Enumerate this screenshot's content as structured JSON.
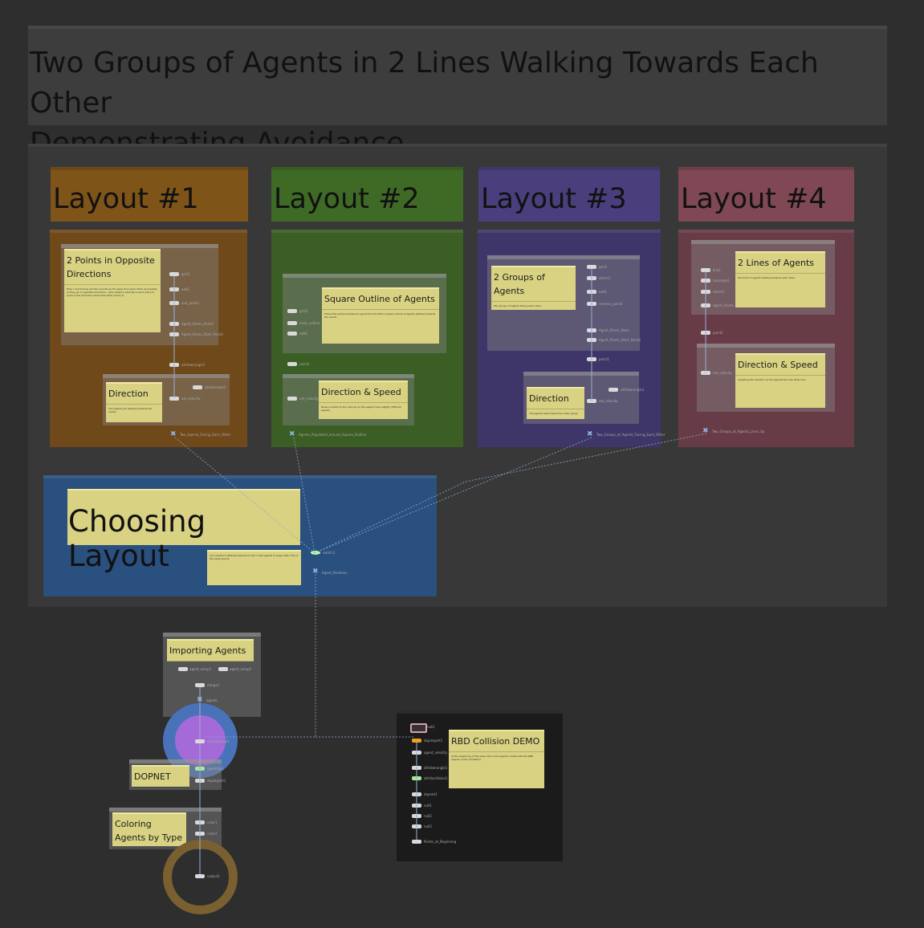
{
  "title": {
    "line1": "Two Groups of Agents in 2 Lines Walking Towards Each Other",
    "line2": "Demonstrating Avoidance"
  },
  "colors": {
    "background": "#2e2e2e",
    "layout1": "#7f5418",
    "layout2": "#3f6a26",
    "layout3": "#4a3f7c",
    "layout4": "#7f4854",
    "choosing": "#2a5080",
    "sticky": "#d8d282"
  },
  "layouts": [
    {
      "header": "Layout #1",
      "note_title": "2 Points in Opposite Directions",
      "note_body": "Here I could bring out the 2 points as far away from each other as possible, so they go in opposite directions. I also added a velocity to each point to point in the direction toward the other point (1).",
      "nodes": [
        "grid1",
        "add1",
        "sort_points",
        "Agent_Points_Point1",
        "Agent_Points_Start_Point2"
      ],
      "dir_title": "Direction",
      "dir_body": "The Agents are walking towards the center.",
      "dir_nodes": [
        "attribwrangle1",
        "attribcreate1",
        "set_velocity"
      ],
      "out": "Two_Agents_Facing_Each_Other"
    },
    {
      "header": "Layout #2",
      "note_title": "Square Outline of Agents",
      "note_body": "This is the same example as Layout #1 but with a square outline of agents walking towards the center.",
      "nodes": [
        "grid1",
        "ends_outline",
        "add1",
        "point1"
      ],
      "dir_title": "Direction & Speed",
      "dir_body": "Noise is added to the velocity so the agents have slightly different speeds.",
      "dir_nodes": [
        "set_velocity"
      ],
      "out": "Agents_Populated_around_Square_Outline"
    },
    {
      "header": "Layout #3",
      "note_title": "2 Groups of Agents",
      "note_body": "Two groups of agents facing each other.",
      "nodes": [
        "grid1",
        "xform1",
        "add1",
        "remove_points",
        "Agent_Points_Start",
        "Agent_Points_Start_Point2"
      ],
      "dir_title": "Direction",
      "dir_body": "The agents walk toward the other group.",
      "dir_nodes": [
        "point1",
        "attribwrangle1",
        "set_velocity"
      ],
      "out": "Two_Groups_of_Agents_Facing_Each_Other"
    },
    {
      "header": "Layout #4",
      "note_title": "2 Lines of Agents",
      "note_body": "Two lines of agents walking towards each other.",
      "nodes": [
        "line1",
        "resample1",
        "xform1",
        "Agent_Points"
      ],
      "dir_title": "Direction & Speed",
      "dir_body": "Adjusting the direction so the agents face the other line.",
      "dir_nodes": [
        "point1",
        "set_velocity"
      ],
      "out": "Two_Groups_of_Agents_Lines_Up"
    }
  ],
  "choosing": {
    "header": "Choosing Layout",
    "body": "I've created 4 different layouts for the crowd agents to begin with. This is the swap layout.",
    "nodes": [
      "switch1",
      "Agent_Positions"
    ]
  },
  "importing": {
    "header": "Importing Agents",
    "nodes": [
      "agent_setup1",
      "agent_setup2",
      "merge1",
      "agents"
    ]
  },
  "dopnet": {
    "header": "DOPNET",
    "nodes": [
      "crowdsource1",
      "agentclip1",
      "dopimport1"
    ]
  },
  "coloring": {
    "header": "Coloring Agents by Type",
    "nodes": [
      "color1",
      "color2",
      "output1"
    ]
  },
  "rbd": {
    "header": "RBD Collision DEMO",
    "body": "At the beginning of the video the crowd agents collide with the RBD objects in the simulation.",
    "nodes": [
      "null1",
      "dopimport1",
      "agent_velocity",
      "attribwrangle1",
      "attribcollision1",
      "dopnet1",
      "null1",
      "null2",
      "null3",
      "Points_at_Beginning"
    ]
  }
}
